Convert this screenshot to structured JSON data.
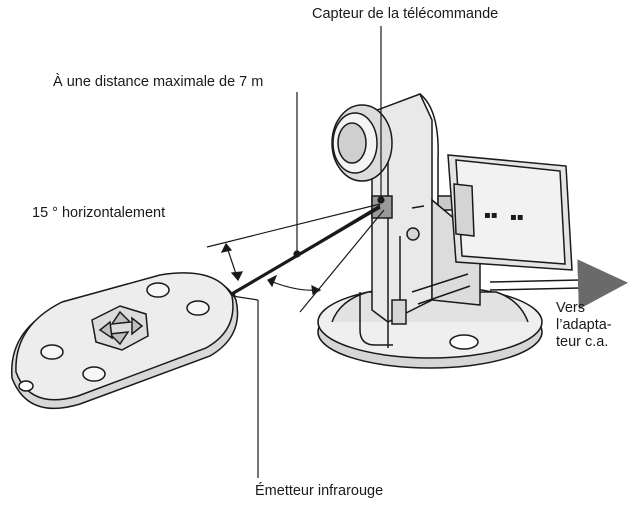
{
  "labels": {
    "sensor": "Capteur de la télécommande",
    "distance": "À une distance maximale de 7 m",
    "angle": "15 ° horizontalement",
    "emitter": "Émetteur infrarouge",
    "adapter_line1": "Vers",
    "adapter_line2": "l’adapta-",
    "adapter_line3": "teur c.a."
  },
  "colors": {
    "outline": "#1a1a1a",
    "camera_body": "#e9e9e9",
    "camera_shade": "#c9c9c9",
    "sensor_window": "#9a9a9a",
    "arrow": "#6a6a6a"
  },
  "icons": [
    "remote-control-icon",
    "camcorder-icon",
    "dock-stand-icon",
    "cable-arrow-icon"
  ]
}
